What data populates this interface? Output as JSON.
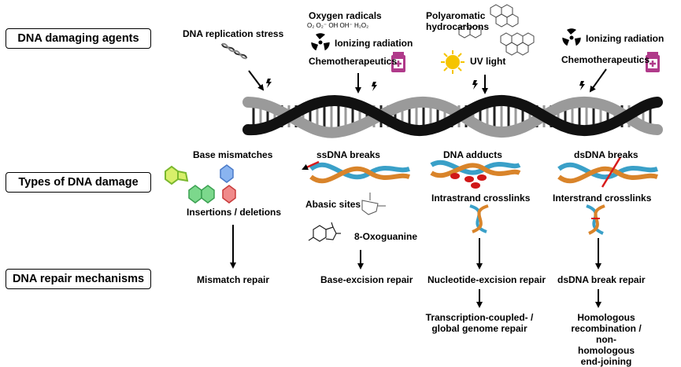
{
  "rows": {
    "agents": "DNA damaging agents",
    "types": "Types of DNA damage",
    "repair": "DNA repair mechanisms"
  },
  "agents": {
    "replication_stress": "DNA replication stress",
    "oxygen_radicals": "Oxygen radicals",
    "radical_formulas": "O₂  O₂⁻  OH  OH⁻  H₂O₂",
    "ionizing_radiation_1": "Ionizing radiation",
    "chemotherapeutics_1": "Chemotherapeutics",
    "polyaromatic": "Polyaromatic\nhydrocarbons",
    "uv_light": "UV light",
    "ionizing_radiation_2": "Ionizing radiation",
    "chemotherapeutics_2": "Chemotherapeutics"
  },
  "damage": {
    "base_mismatches": "Base mismatches",
    "insertions_deletions": "Insertions / deletions",
    "ssdna_breaks": "ssDNA breaks",
    "abasic_sites": "Abasic sites",
    "oxoguanine": "8-Oxoguanine",
    "dna_adducts": "DNA adducts",
    "intrastrand": "Intrastrand crosslinks",
    "dsdna_breaks": "dsDNA breaks",
    "interstrand": "Interstrand crosslinks"
  },
  "repair": {
    "mismatch": "Mismatch repair",
    "base_excision": "Base-excision repair",
    "nucleotide_excision": "Nucleotide-excision repair",
    "transcription_coupled": "Transcription-coupled- /\nglobal genome repair",
    "dsdna_break": "dsDNA break repair",
    "homologous": "Homologous recombination /\nnon-homologous end-joining"
  },
  "colors": {
    "dark_strand": "#111111",
    "light_strand": "#9a9a9a",
    "bottle": "#b03a8a",
    "sun": "#f5c400",
    "helix_blue": "#3aa0c8",
    "helix_orange": "#d9842a",
    "break_arrow": "#d81b1b",
    "adduct": "#d01818"
  }
}
